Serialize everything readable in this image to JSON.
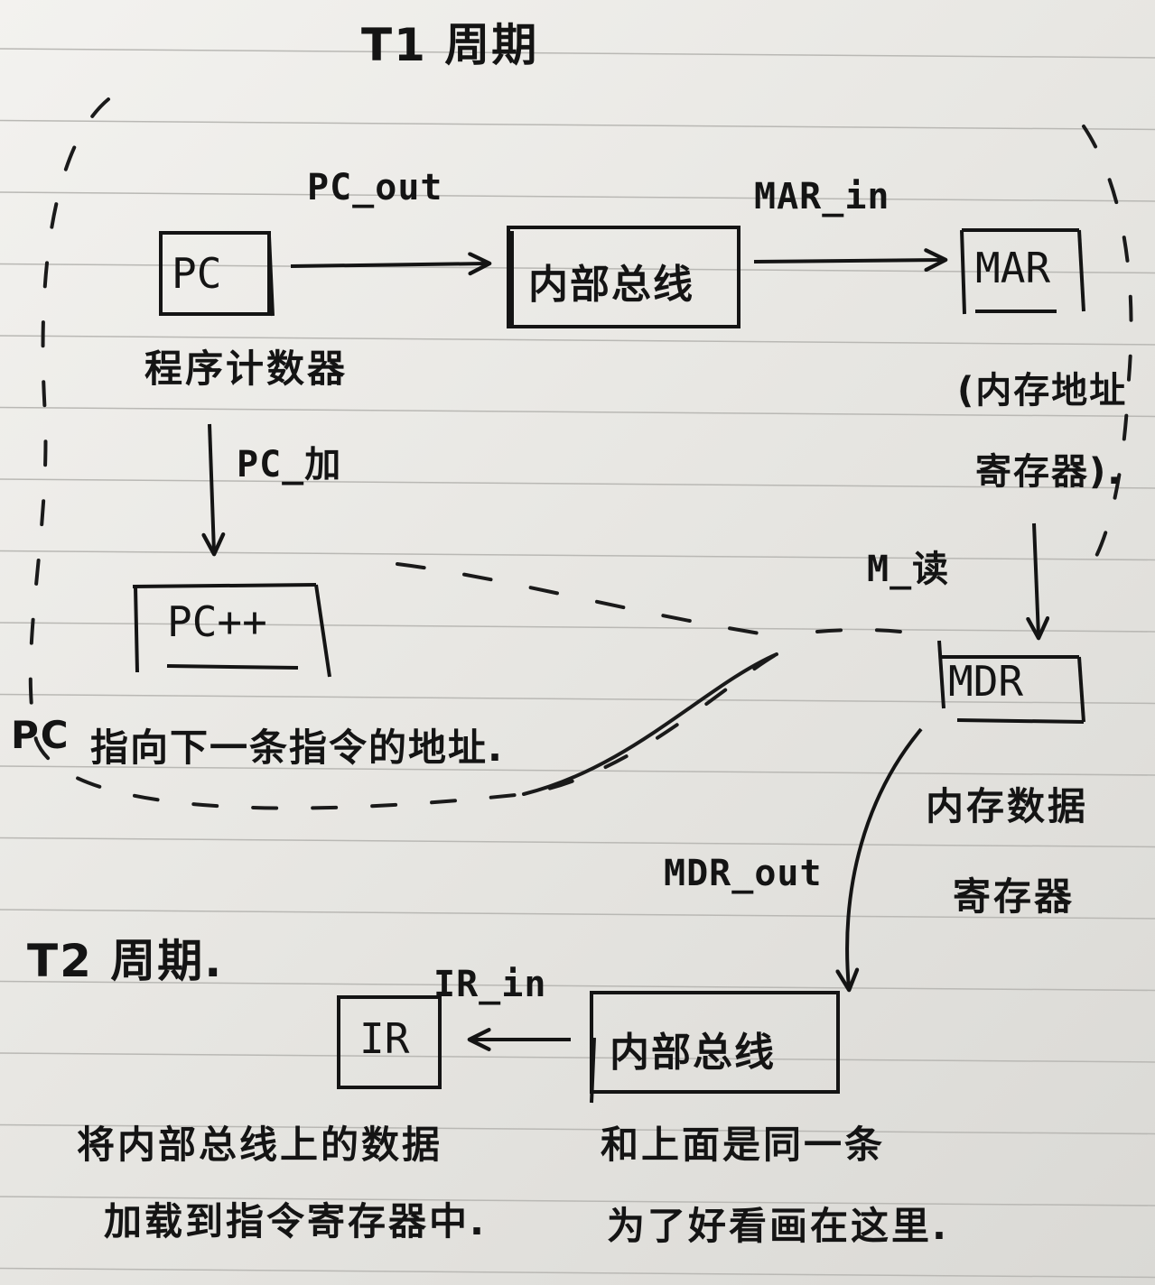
{
  "t1": {
    "title": "T1 周期",
    "pc": {
      "label": "PC",
      "caption": "程序计数器"
    },
    "pc_out": "PC_out",
    "bus": {
      "label": "内部总线"
    },
    "mar_in": "MAR_in",
    "mar": {
      "label": "MAR",
      "caption_line1": "(内存地址",
      "caption_line2": "寄存器)."
    },
    "pc_add": "PC_加",
    "pc_inc": {
      "label": "PC++",
      "note_prefix": "PC",
      "note": "指向下一条指令的地址."
    },
    "m_read": "M_读",
    "mdr": {
      "label": "MDR",
      "caption_line1": "内存数据",
      "caption_line2": "寄存器"
    }
  },
  "t2": {
    "title": "T2 周期.",
    "mdr_out": "MDR_out",
    "ir_in": "IR_in",
    "ir": {
      "label": "IR",
      "caption_line1": "将内部总线上的数据",
      "caption_line2": "加载到指令寄存器中."
    },
    "bus": {
      "label": "内部总线",
      "caption_line1": "和上面是同一条",
      "caption_line2": "为了好看画在这里."
    }
  }
}
